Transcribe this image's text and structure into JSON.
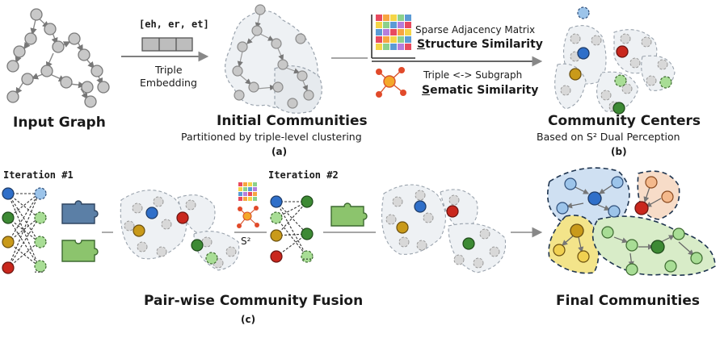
{
  "input_graph": {
    "title": "Input Graph"
  },
  "embedding": {
    "vector": "[eh, er, et]",
    "caption_line1": "Triple",
    "caption_line2": "Embedding"
  },
  "initial_communities": {
    "title": "Initial Communities",
    "subtitle": "Partitioned by triple-level clustering",
    "tag": "(a)"
  },
  "similarity": {
    "structure_small": "Sparse Adjacency Matrix",
    "structure_first": "S",
    "structure_rest": "tructure Similarity",
    "semantic_small": "Triple <-> Subgraph",
    "semantic_first": "S",
    "semantic_rest": "ematic Similarity"
  },
  "community_centers": {
    "title": "Community Centers",
    "subtitle": "Based on S² Dual Perception",
    "tag": "(b)"
  },
  "fusion": {
    "iteration1": "Iteration #1",
    "iteration2": "Iteration #2",
    "s2_label": "S²",
    "ellipsis1": "...",
    "ellipsis2": "...",
    "title": "Pair-wise Community Fusion",
    "tag": "(c)"
  },
  "final_communities": {
    "title": "Final Communities"
  },
  "colors": {
    "node_gray": "#c8c8c8",
    "blue": "#2f6fc9",
    "light_blue": "#9cc4ea",
    "red": "#c9271d",
    "orange_gold": "#c99a1a",
    "green": "#3d8a34",
    "light_green": "#a8dd95",
    "hull_gray": "#edf0f3",
    "hull_blue": "#cfe0f2",
    "hull_orange": "#f7dcc8",
    "hull_yellow": "#f3e48a",
    "hull_green": "#d8ecc8",
    "puzzle_blue": "#5b7fa6",
    "puzzle_green": "#8cc46d"
  }
}
